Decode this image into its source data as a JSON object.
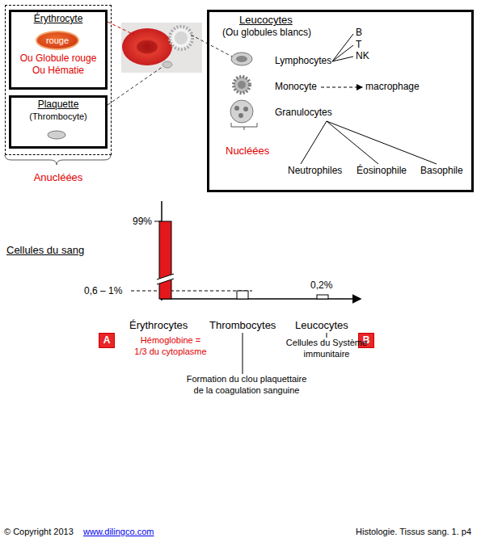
{
  "diagram": {
    "nodes": [
      {
        "text": [
          "Anucléées"
        ]
      },
      {
        "text": [
          "Érythrocyte",
          "Ou Globule rouge Ou Hématie"
        ],
        "in": 0
      },
      {
        "text": [
          "rouge"
        ],
        "in": 1
      },
      {
        "text": [
          "Plaquette",
          "(Thrombocyte)"
        ],
        "in": 0
      },
      {
        "text": [
          "Leucocytes",
          "(Ou globules blancs)",
          "Nucléées"
        ]
      },
      {
        "text": [
          "A"
        ]
      },
      {
        "text": [
          "B"
        ]
      }
    ],
    "labels": [
      "Lymphocytes",
      "B",
      "T",
      "NK",
      "Monocyte",
      "macrophage",
      "Granulocytes",
      "Neutrophiles",
      "Éosinophile",
      "Basophile",
      "99%",
      "Cellules du sang",
      "0,6 – 1%",
      "0,2%",
      "Érythrocytes",
      "Thrombocytes",
      "Leucocytes",
      "Hémoglobine = 1/3 du cytoplasme",
      "Cellules du Système immunitaire",
      "Formation du clou plaquettaire de la coagulation sanguine",
      "© Copyright 2013",
      "www.dilingco.com",
      "Histologie. Tissus sang. 1. p4"
    ]
  }
}
